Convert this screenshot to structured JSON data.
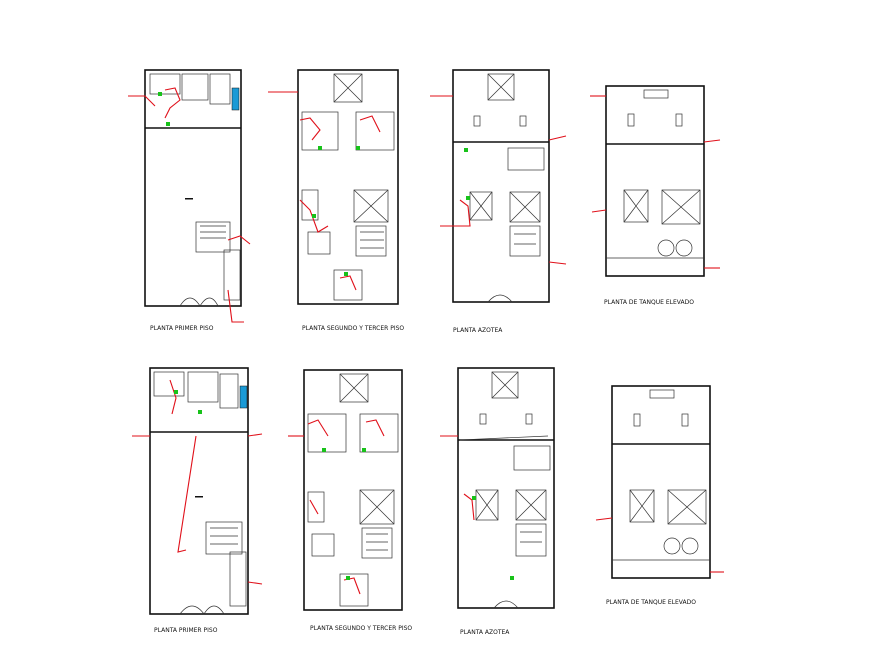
{
  "sheet": {
    "labels": {
      "top_plan_1": "PLANTA PRIMER PISO",
      "top_plan_2": "PLANTA SEGUNDO Y TERCER PISO",
      "top_plan_3": "PLANTA AZOTEA",
      "top_plan_4": "PLANTA DE TANQUE ELEVADO",
      "bottom_plan_1": "PLANTA PRIMER PISO",
      "bottom_plan_2": "PLANTA SEGUNDO Y TERCER PISO",
      "bottom_plan_3": "PLANTA AZOTEA",
      "bottom_plan_4": "PLANTA DE TANQUE ELEVADO"
    },
    "colors": {
      "wall": "#111111",
      "circuit": "#e0101a",
      "fixture": "#18c21a",
      "water": "#1a9ad6"
    }
  }
}
